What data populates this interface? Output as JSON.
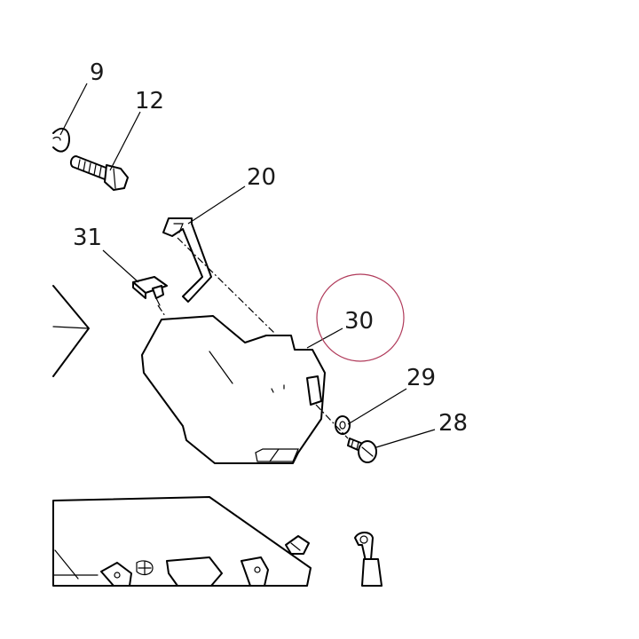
{
  "diagram": {
    "callouts": {
      "c9": "9",
      "c12": "12",
      "c20": "20",
      "c31": "31",
      "c30": "30",
      "c29": "29",
      "c28": "28"
    },
    "highlighted_part": "30",
    "colors": {
      "line": "#000000",
      "highlight_circle": "#b03a5a",
      "background": "#ffffff"
    }
  }
}
